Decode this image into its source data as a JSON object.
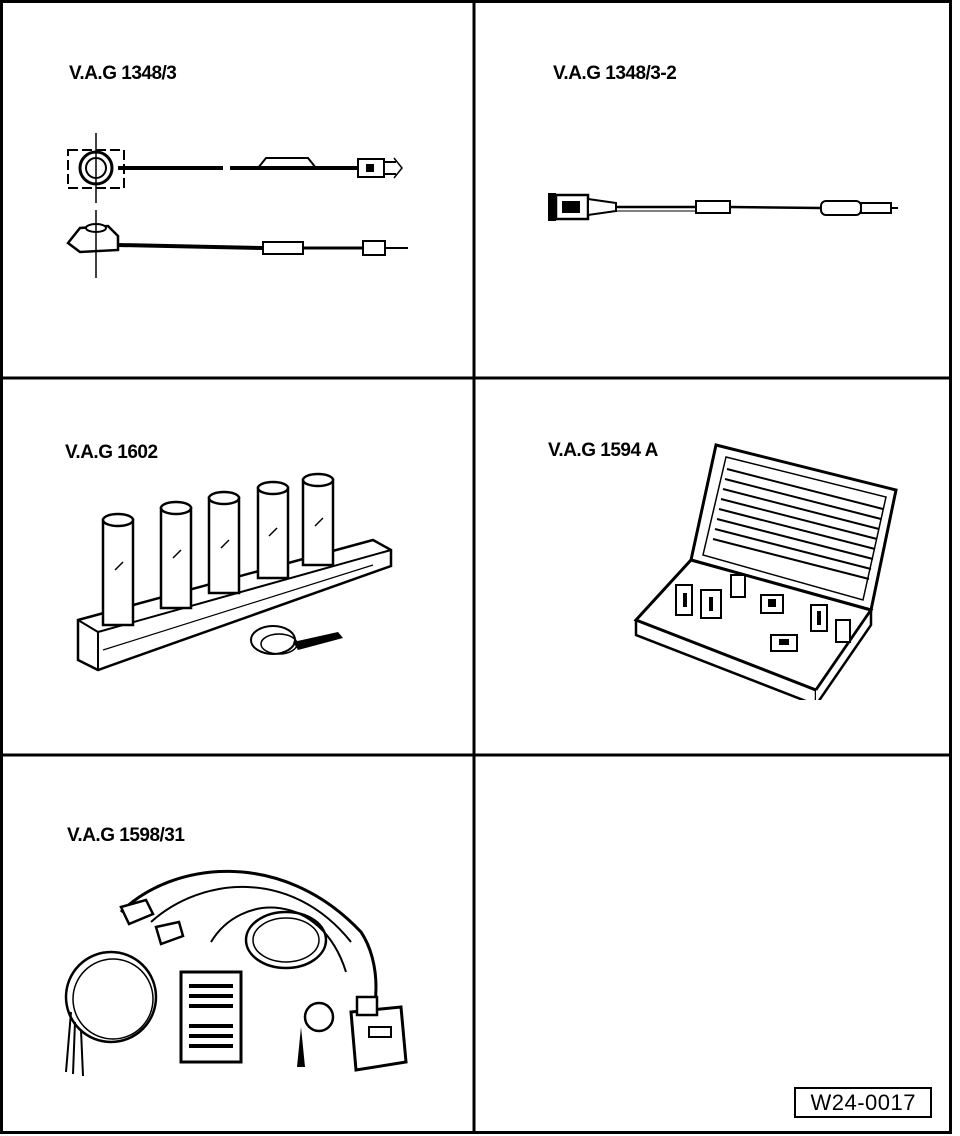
{
  "panels": [
    {
      "label": "V.A.G 1348/3"
    },
    {
      "label": "V.A.G 1348/3-2"
    },
    {
      "label": "V.A.G 1602"
    },
    {
      "label": "V.A.G 1594 A"
    },
    {
      "label": "V.A.G 1598/31"
    },
    {
      "label": ""
    }
  ],
  "figure_code": "W24-0017",
  "icons": [
    "cable-adapter-icon",
    "cable-adapter-icon",
    "socket-set-icon",
    "connector-case-icon",
    "wiring-harness-icon"
  ]
}
